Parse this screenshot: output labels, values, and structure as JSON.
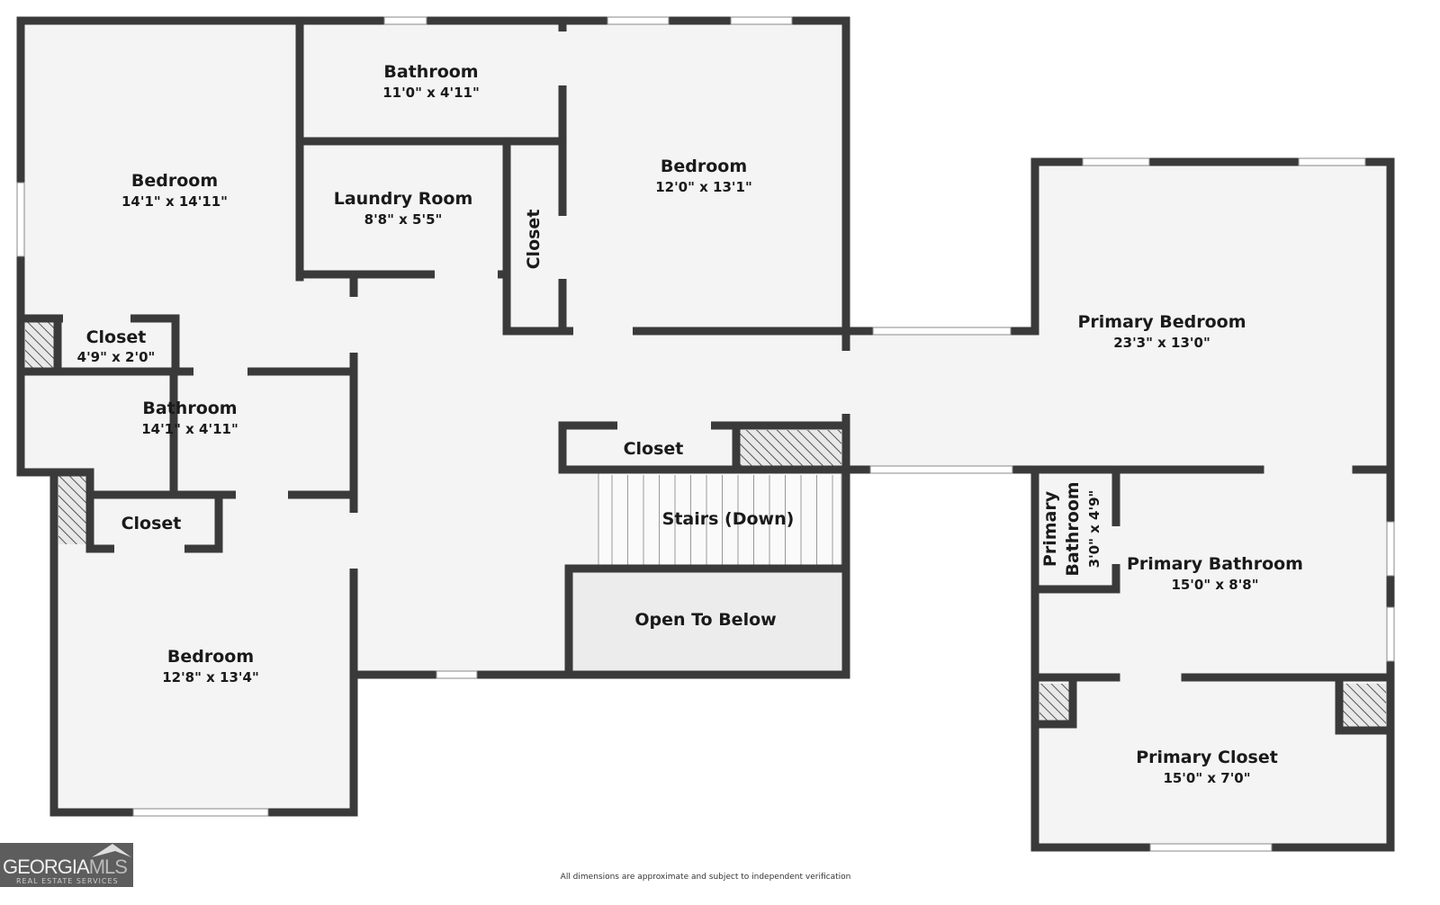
{
  "rooms": {
    "bedroom_nw": {
      "name": "Bedroom",
      "dims": "14'1\" x 14'11\""
    },
    "bathroom_top": {
      "name": "Bathroom",
      "dims": "11'0\" x 4'11\""
    },
    "bedroom_ne": {
      "name": "Bedroom",
      "dims": "12'0\" x 13'1\""
    },
    "laundry": {
      "name": "Laundry Room",
      "dims": "8'8\" x 5'5\""
    },
    "closet_vertical": {
      "name": "Closet"
    },
    "closet_nw": {
      "name": "Closet",
      "dims": "4'9\" x 2'0\""
    },
    "bathroom_left": {
      "name": "Bathroom",
      "dims": "14'1\" x 4'11\""
    },
    "closet_left": {
      "name": "Closet"
    },
    "bedroom_sw": {
      "name": "Bedroom",
      "dims": "12'8\" x 13'4\""
    },
    "closet_hall": {
      "name": "Closet"
    },
    "stairs": {
      "name": "Stairs (Down)"
    },
    "open_below": {
      "name": "Open To Below"
    },
    "primary_bedroom": {
      "name": "Primary Bedroom",
      "dims": "23'3\" x 13'0\""
    },
    "primary_bath_small": {
      "name_line1": "Primary",
      "name_line2": "Bathroom",
      "dims": "3'0\" x 4'9\""
    },
    "primary_bathroom": {
      "name": "Primary Bathroom",
      "dims": "15'0\" x 8'8\""
    },
    "primary_closet": {
      "name": "Primary Closet",
      "dims": "15'0\" x 7'0\""
    }
  },
  "logo": {
    "text_a": "GEORGIA",
    "text_b": "MLS",
    "subtitle": "REAL ESTATE SERVICES"
  },
  "disclaimer": "All dimensions are approximate and subject to independent verification",
  "colors": {
    "wall": "#3a3a3a",
    "floor": "#f4f4f4",
    "open_below": "#ececec"
  }
}
